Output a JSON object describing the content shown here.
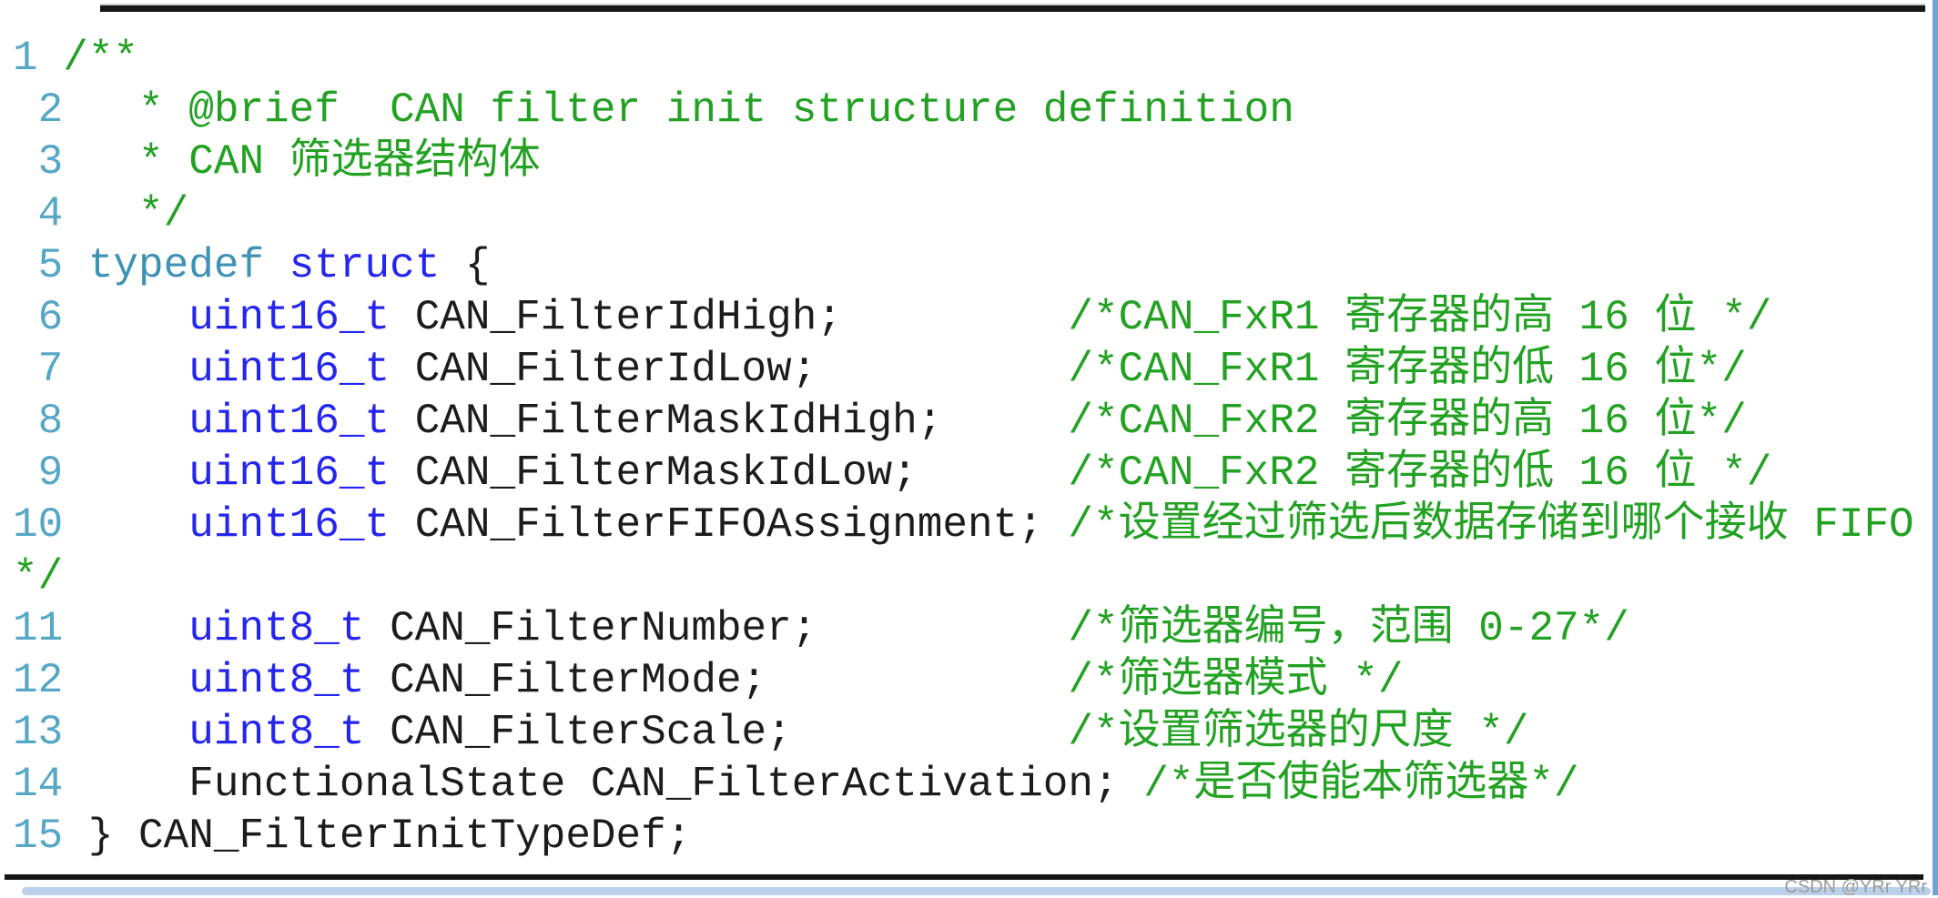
{
  "page": {
    "watermark": "CSDN @YRr YRr"
  },
  "colors": {
    "num": "#56a7c6",
    "comment": "#22a122",
    "kw": "#2525f0",
    "kw2": "#3e93b4",
    "plain": "#1c1c1c",
    "rule": "#161616",
    "border": "#6fa3d9",
    "strip": "#bad0eb",
    "watermark": "#9b9b9b"
  },
  "code": {
    "language": "c",
    "rows": [
      {
        "segments": [
          {
            "t": "1 ",
            "c": "num"
          },
          {
            "t": "/**",
            "c": "comment"
          }
        ]
      },
      {
        "segments": [
          {
            "t": " 2 ",
            "c": "num"
          },
          {
            "t": "  * @brief  CAN filter init structure definition",
            "c": "comment"
          }
        ]
      },
      {
        "segments": [
          {
            "t": " 3 ",
            "c": "num"
          },
          {
            "t": "  * CAN 筛选器结构体",
            "c": "comment"
          }
        ]
      },
      {
        "segments": [
          {
            "t": " 4 ",
            "c": "num"
          },
          {
            "t": "  */",
            "c": "comment"
          }
        ]
      },
      {
        "segments": [
          {
            "t": " 5 ",
            "c": "num"
          },
          {
            "t": "typedef",
            "c": "kw2"
          },
          {
            "t": " ",
            "c": "plain"
          },
          {
            "t": "struct",
            "c": "kw"
          },
          {
            "t": " {",
            "c": "plain"
          }
        ]
      },
      {
        "segments": [
          {
            "t": " 6 ",
            "c": "num"
          },
          {
            "t": "    ",
            "c": "plain"
          },
          {
            "t": "uint16_t",
            "c": "kw"
          },
          {
            "t": " CAN_FilterIdHigh;         ",
            "c": "plain"
          },
          {
            "t": "/*CAN_FxR1 寄存器的高 16 位 */",
            "c": "comment"
          }
        ]
      },
      {
        "segments": [
          {
            "t": " 7 ",
            "c": "num"
          },
          {
            "t": "    ",
            "c": "plain"
          },
          {
            "t": "uint16_t",
            "c": "kw"
          },
          {
            "t": " CAN_FilterIdLow;          ",
            "c": "plain"
          },
          {
            "t": "/*CAN_FxR1 寄存器的低 16 位*/",
            "c": "comment"
          }
        ]
      },
      {
        "segments": [
          {
            "t": " 8 ",
            "c": "num"
          },
          {
            "t": "    ",
            "c": "plain"
          },
          {
            "t": "uint16_t",
            "c": "kw"
          },
          {
            "t": " CAN_FilterMaskIdHigh;     ",
            "c": "plain"
          },
          {
            "t": "/*CAN_FxR2 寄存器的高 16 位*/",
            "c": "comment"
          }
        ]
      },
      {
        "segments": [
          {
            "t": " 9 ",
            "c": "num"
          },
          {
            "t": "    ",
            "c": "plain"
          },
          {
            "t": "uint16_t",
            "c": "kw"
          },
          {
            "t": " CAN_FilterMaskIdLow;      ",
            "c": "plain"
          },
          {
            "t": "/*CAN_FxR2 寄存器的低 16 位 */",
            "c": "comment"
          }
        ]
      },
      {
        "segments": [
          {
            "t": "10 ",
            "c": "num"
          },
          {
            "t": "    ",
            "c": "plain"
          },
          {
            "t": "uint16_t",
            "c": "kw"
          },
          {
            "t": " CAN_FilterFIFOAssignment; ",
            "c": "plain"
          },
          {
            "t": "/*设置经过筛选后数据存储到哪个接收 FIFO",
            "c": "comment"
          }
        ]
      },
      {
        "segments": [
          {
            "t": "*/",
            "c": "comment"
          }
        ]
      },
      {
        "segments": [
          {
            "t": "11 ",
            "c": "num"
          },
          {
            "t": "    ",
            "c": "plain"
          },
          {
            "t": "uint8_t",
            "c": "kw"
          },
          {
            "t": " CAN_FilterNumber;          ",
            "c": "plain"
          },
          {
            "t": "/*筛选器编号，范围 0-27*/",
            "c": "comment"
          }
        ]
      },
      {
        "segments": [
          {
            "t": "12 ",
            "c": "num"
          },
          {
            "t": "    ",
            "c": "plain"
          },
          {
            "t": "uint8_t",
            "c": "kw"
          },
          {
            "t": " CAN_FilterMode;            ",
            "c": "plain"
          },
          {
            "t": "/*筛选器模式 */",
            "c": "comment"
          }
        ]
      },
      {
        "segments": [
          {
            "t": "13 ",
            "c": "num"
          },
          {
            "t": "    ",
            "c": "plain"
          },
          {
            "t": "uint8_t",
            "c": "kw"
          },
          {
            "t": " CAN_FilterScale;           ",
            "c": "plain"
          },
          {
            "t": "/*设置筛选器的尺度 */",
            "c": "comment"
          }
        ]
      },
      {
        "segments": [
          {
            "t": "14 ",
            "c": "num"
          },
          {
            "t": "    FunctionalState CAN_FilterActivation; ",
            "c": "plain"
          },
          {
            "t": "/*是否使能本筛选器*/",
            "c": "comment"
          }
        ]
      },
      {
        "segments": [
          {
            "t": "15 ",
            "c": "num"
          },
          {
            "t": "} CAN_FilterInitTypeDef;",
            "c": "plain"
          }
        ]
      }
    ]
  }
}
